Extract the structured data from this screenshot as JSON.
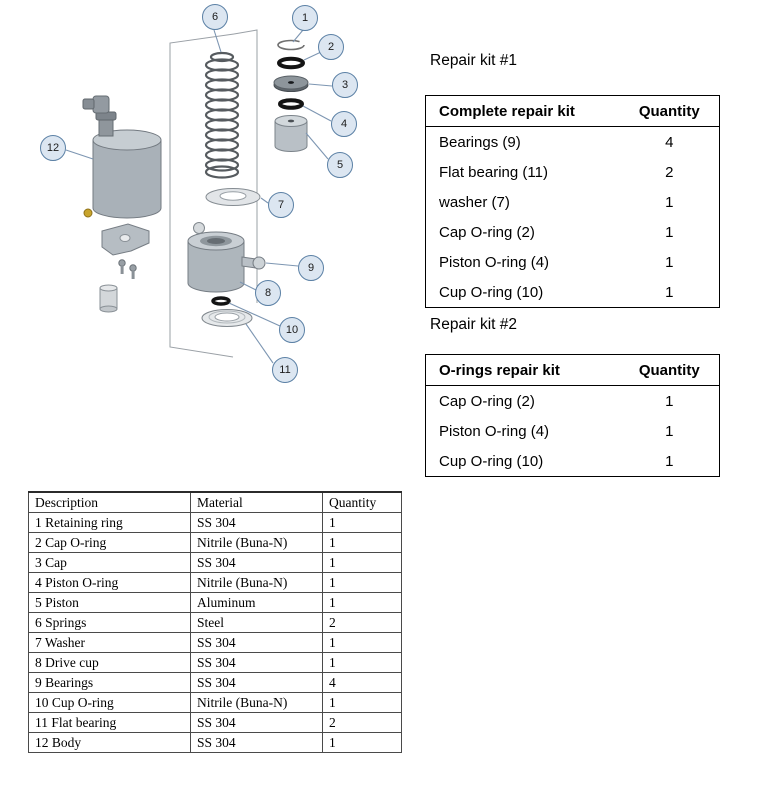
{
  "colors": {
    "balloon_fill": "#dce6f1",
    "balloon_border": "#5b80a5",
    "leader_line": "#7d96b2"
  },
  "diagram": {
    "callouts": [
      "1",
      "2",
      "3",
      "4",
      "5",
      "6",
      "7",
      "8",
      "9",
      "10",
      "11",
      "12"
    ]
  },
  "kit1": {
    "title": "Repair kit #1",
    "header": {
      "name": "Complete repair kit",
      "qty": "Quantity"
    },
    "rows": [
      {
        "name": "Bearings (9)",
        "qty": "4"
      },
      {
        "name": "Flat bearing (11)",
        "qty": "2"
      },
      {
        "name": "washer (7)",
        "qty": "1"
      },
      {
        "name": "Cap O-ring (2)",
        "qty": "1"
      },
      {
        "name": "Piston O-ring (4)",
        "qty": "1"
      },
      {
        "name": "Cup O-ring (10)",
        "qty": "1"
      }
    ]
  },
  "kit2": {
    "title": "Repair kit #2",
    "header": {
      "name": "O-rings repair kit",
      "qty": "Quantity"
    },
    "rows": [
      {
        "name": "Cap O-ring (2)",
        "qty": "1"
      },
      {
        "name": "Piston O-ring (4)",
        "qty": "1"
      },
      {
        "name": "Cup O-ring (10)",
        "qty": "1"
      }
    ]
  },
  "parts_table": {
    "headers": [
      "Description",
      "Material",
      "Quantity"
    ],
    "rows": [
      [
        "1 Retaining ring",
        "SS 304",
        "1"
      ],
      [
        "2 Cap O-ring",
        "Nitrile (Buna-N)",
        "1"
      ],
      [
        "3 Cap",
        "SS 304",
        "1"
      ],
      [
        "4 Piston O-ring",
        "Nitrile (Buna-N)",
        "1"
      ],
      [
        "5 Piston",
        "Aluminum",
        "1"
      ],
      [
        "6 Springs",
        "Steel",
        "2"
      ],
      [
        "7 Washer",
        "SS 304",
        "1"
      ],
      [
        "8 Drive cup",
        "SS 304",
        "1"
      ],
      [
        "9 Bearings",
        "SS 304",
        "4"
      ],
      [
        "10 Cup O-ring",
        "Nitrile (Buna-N)",
        "1"
      ],
      [
        "11 Flat bearing",
        "SS 304",
        "2"
      ],
      [
        "12 Body",
        "SS 304",
        "1"
      ]
    ]
  }
}
